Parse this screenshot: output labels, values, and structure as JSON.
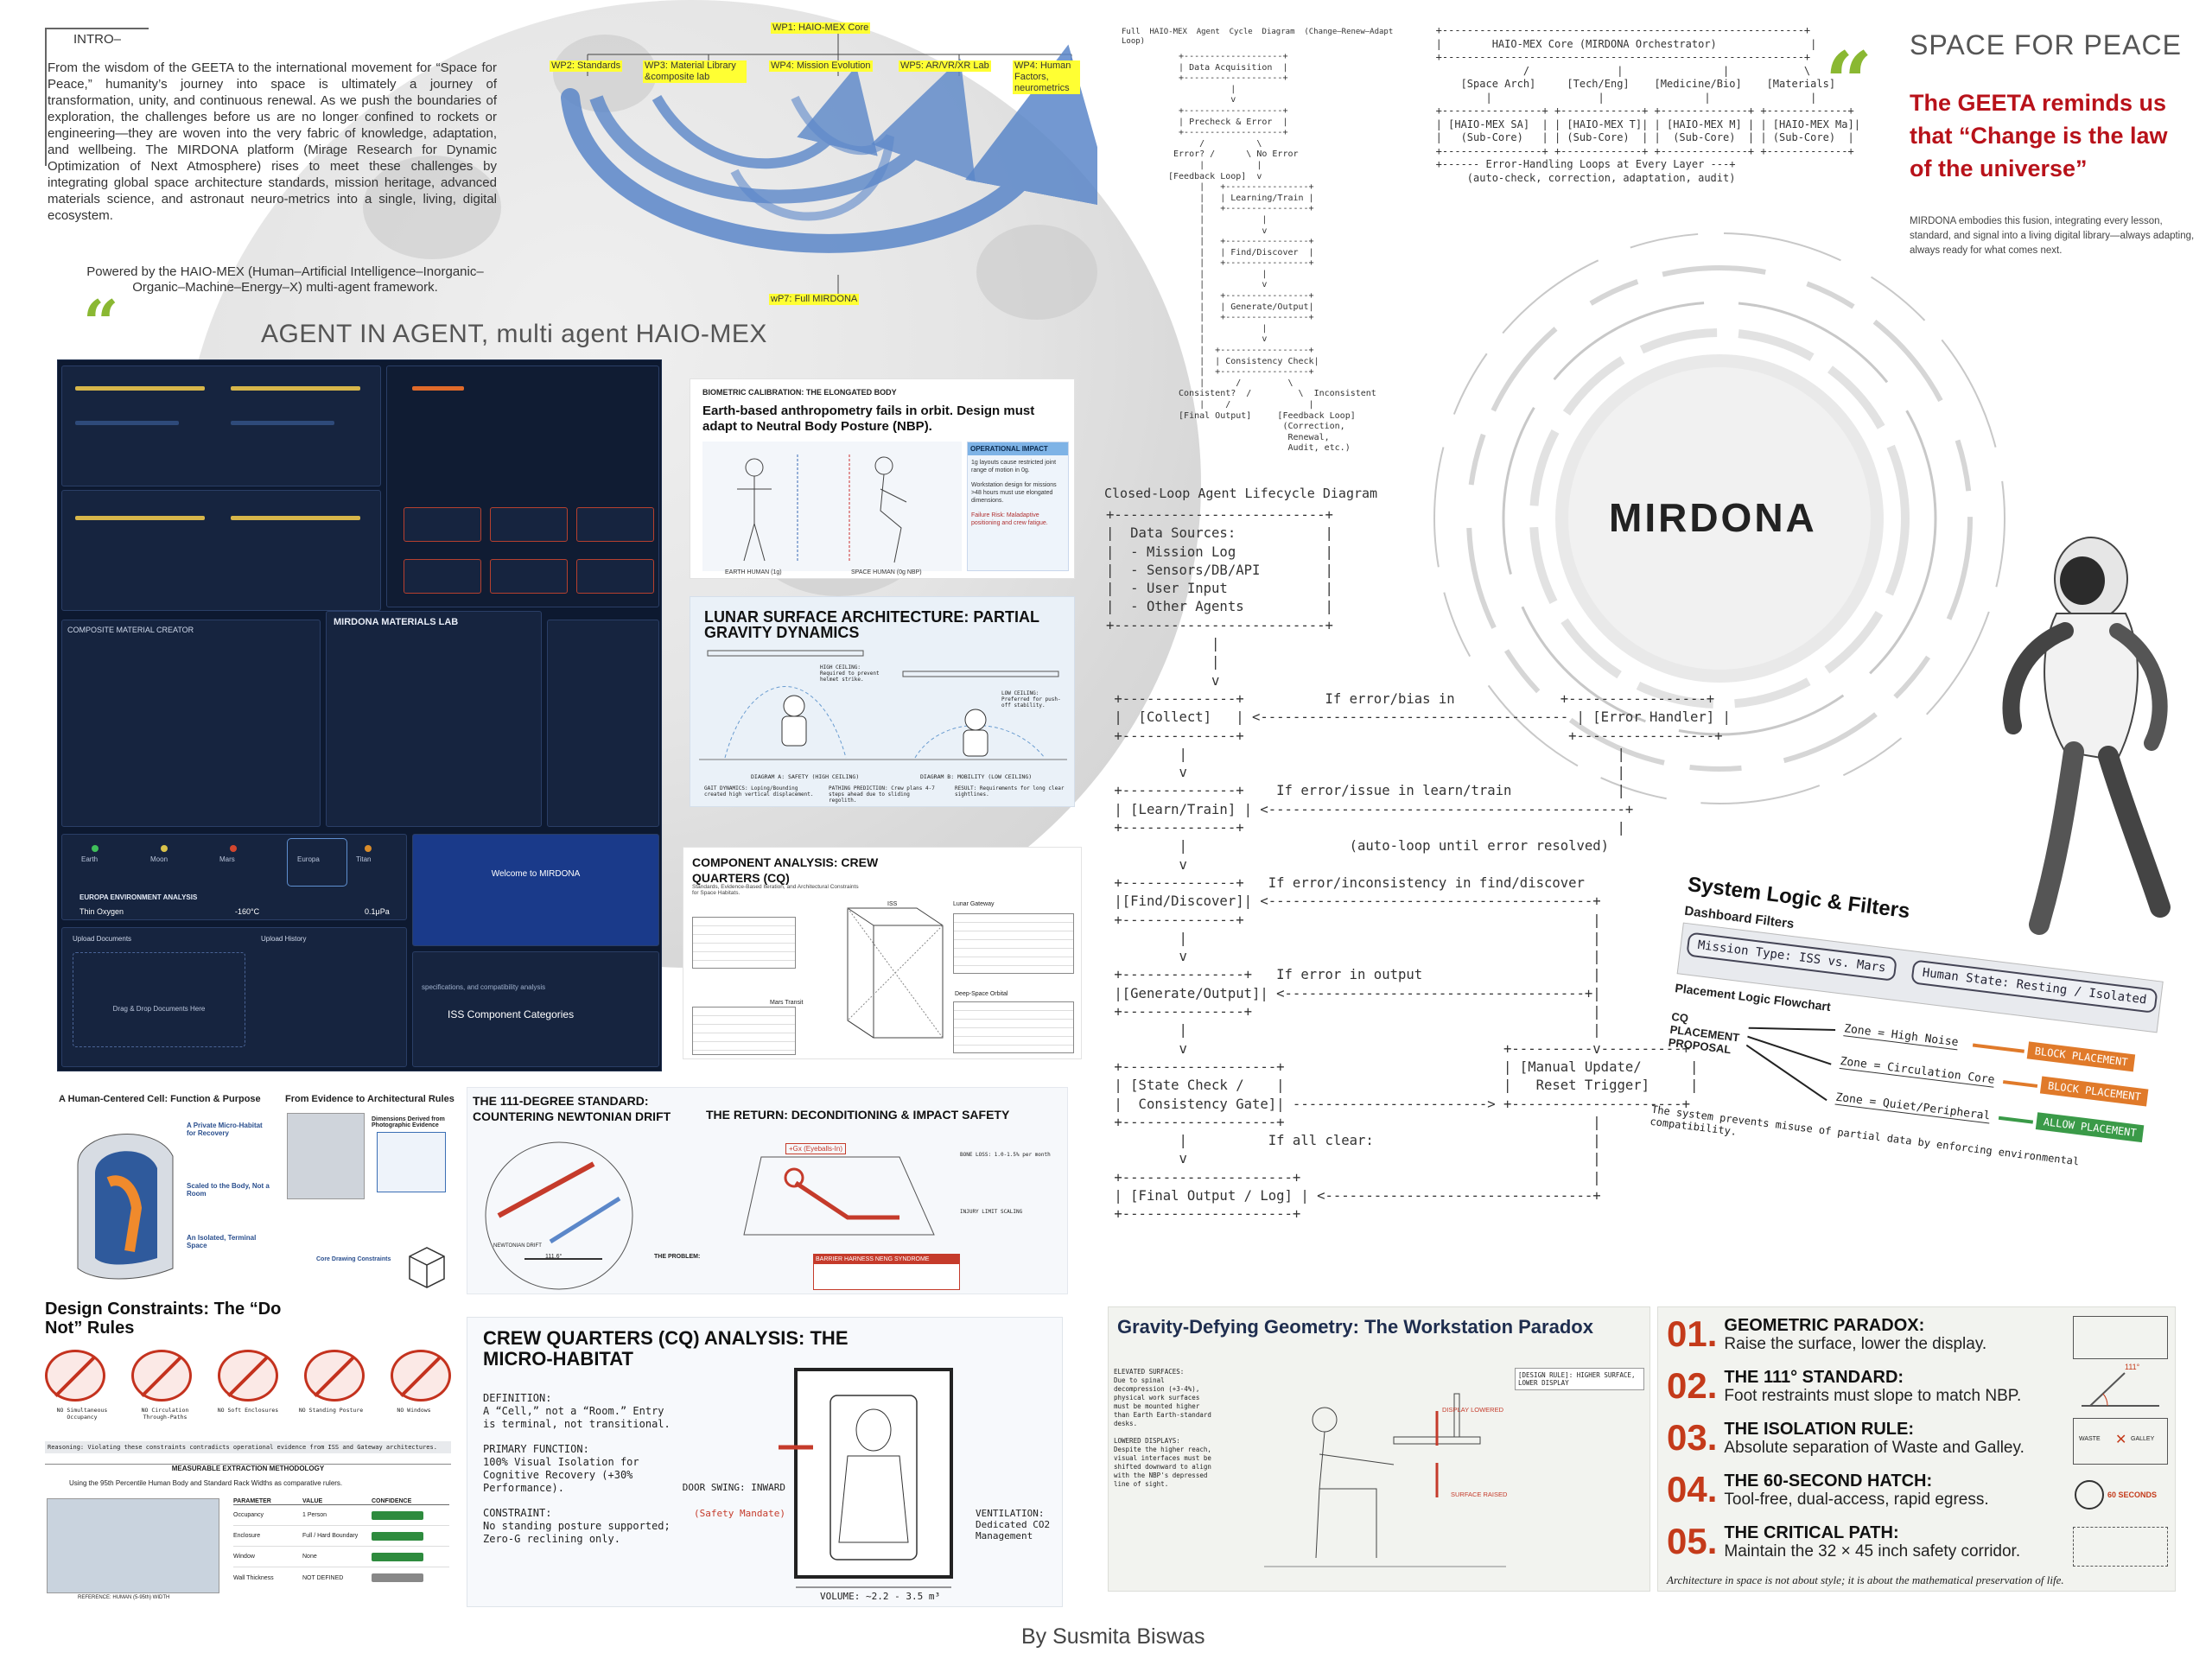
{
  "intro": {
    "label": "INTRO–",
    "body": "From the wisdom of the GEETA to the international movement for “Space for Peace,” humanity’s journey into space is ultimately a journey of transformation, unity, and continuous renewal. As we push the boundaries of exploration, the challenges before us are no longer confined to rockets or engineering—they are woven into the very fabric of knowledge, adaptation, and wellbeing. The MIRDONA platform (Mirage Research for Dynamic Optimization of Next Atmosphere) rises to meet these challenges by integrating global space architecture standards, mission heritage, advanced materials science, and astronaut neuro-metrics into a single, living, digital ecosystem.",
    "powered": "Powered by the HAIO-MEX (Human–Artificial Intelligence–Inorganic–Organic–Machine–Energy–X) multi-agent framework.",
    "quote_mark": "“",
    "agent_title": "AGENT IN AGENT, multi agent HAIO-MEX"
  },
  "wp": {
    "wp1": "WP1: HAIO-MEX Core",
    "wp2": "WP2: Standards",
    "wp3": "WP3: Material Library &composite lab",
    "wp4a": "WP4: Mission Evolution",
    "wp5": "WP5: AR/VR/XR Lab",
    "wp4b": "WP4: Human Factors, neurometrics",
    "wp7": "wP7: Full MIRDONA"
  },
  "dashboard": {
    "materials_lab": "MIRDONA MATERIALS LAB",
    "composite_creator": "COMPOSITE MATERIAL CREATOR",
    "europa": "EUROPA ENVIRONMENT ANALYSIS",
    "europa_atm_val": "Thin Oxygen",
    "europa_temp": "-160°C",
    "europa_press": "0.1μPa",
    "planets": [
      "Earth",
      "Moon",
      "Mars",
      "Europa",
      "Titan"
    ],
    "welcome": "Welcome to MIRDONA",
    "iss": "ISS Component Categories",
    "iss_sub": "specifications, and compatibility analysis",
    "upload": "Drag & Drop Documents Here",
    "upload_h": "Upload Documents",
    "upload_hist": "Upload History"
  },
  "bio": {
    "kicker": "BIOMETRIC CALIBRATION: THE ELONGATED BODY",
    "title": "Earth-based anthropometry fails in orbit. Design must adapt to Neutral Body Posture (NBP).",
    "impact_h": "OPERATIONAL IMPACT",
    "impact_1": "1g layouts cause restricted joint range of motion in 0g.",
    "impact_2": "Workstation design for missions >48 hours must use elongated dimensions.",
    "impact_3": "Failure Risk: Maladaptive positioning and crew fatigue.",
    "cap1": "EARTH HUMAN (1g)",
    "cap2": "SPACE HUMAN (0g NBP)"
  },
  "lunar": {
    "title": "LUNAR SURFACE ARCHITECTURE: PARTIAL GRAVITY DYNAMICS",
    "diag_a": "DIAGRAM A: SAFETY (HIGH CEILING)",
    "diag_b": "DIAGRAM B: MOBILITY (LOW CEILING)",
    "note_a": "HIGH CEILING: Required to prevent helmet strike.",
    "note_b": "LOW CEILING: Preferred for push-off stability.",
    "gait": "GAIT DYNAMICS: Loping/Bounding created high vertical displacement.",
    "pathing": "PATHING PREDICTION: Crew plans 4-7 steps ahead due to sliding regolith.",
    "result": "RESULT: Requirements for long clear sightlines."
  },
  "component": {
    "title": "COMPONENT ANALYSIS: CREW QUARTERS (CQ)",
    "sub": "Standards, Evidence-Based Iteration, and Architectural Constraints for Space Habitats.",
    "lunar_gateway": "Lunar Gateway",
    "mars_transit": "Mars Transit",
    "deep_space": "Deep-Space Orbital",
    "iss": "ISS"
  },
  "cell": {
    "h1": "A Human-Centered Cell: Function & Purpose",
    "h2": "From Evidence to Architectural Rules",
    "i1": "A Private Micro-Habitat for Recovery",
    "i2": "Scaled to the Body, Not a Room",
    "i3": "An Isolated, Terminal Space",
    "i4": "Dimensions Derived from Photographic Evidence",
    "i5": "Core Drawing Constraints"
  },
  "drift": {
    "title": "THE 111-DEGREE STANDARD: COUNTERING NEWTONIAN DRIFT",
    "newton": "NEWTONIAN DRIFT",
    "angle": "111.6°",
    "problem": "THE PROBLEM:",
    "return_title": "THE RETURN: DECONDITIONING & IMPACT SAFETY",
    "gforce": "+Gx (Eyeballs-In)",
    "bone": "BONE LOSS: 1.0-1.5% per month",
    "injury": "INJURY LIMIT SCALING",
    "warn_h": "BARRIER HARNESS NENG SYNDROME"
  },
  "donot": {
    "title": "Design Constraints: The “Do Not” Rules",
    "rules": [
      "NO Simultaneous Occupancy",
      "NO Circulation Through-Paths",
      "NO Soft Enclosures",
      "NO Standing Posture",
      "NO Windows"
    ],
    "reasoning": "Reasoning: Violating these constraints contradicts operational evidence from ISS and Gateway architectures.",
    "method": "MEASURABLE EXTRACTION METHODOLOGY",
    "using": "Using the 95th Percentile Human Body and Standard Rack Widths as comparative rulers.",
    "th": [
      "PARAMETER",
      "VALUE",
      "CONFIDENCE"
    ],
    "rows": [
      [
        "Occupancy",
        "1 Person"
      ],
      [
        "Enclosure",
        "Full / Hard Boundary"
      ],
      [
        "Window",
        "None"
      ],
      [
        "Wall Thickness",
        "NOT DEFINED"
      ]
    ],
    "cap": "REFERENCE: HUMAN (5-95th) WIDTH"
  },
  "cq": {
    "title": "CREW QUARTERS (CQ) ANALYSIS: THE MICRO-HABITAT",
    "def_h": "DEFINITION:",
    "def": "A “Cell,” not a “Room.” Entry is terminal, not transitional.",
    "pf_h": "PRIMARY FUNCTION:",
    "pf": "100% Visual Isolation for Cognitive Recovery (+30% Performance).",
    "con_h": "CONSTRAINT:",
    "con": "No standing posture supported; Zero-G reclining only.",
    "door": "DOOR SWING: INWARD",
    "door_sub": "(Safety Mandate)",
    "vent": "VENTILATION: Dedicated CO2 Management",
    "volume": "VOLUME: ~2.2 - 3.5 m³"
  },
  "gravity": {
    "title": "Gravity-Defying Geometry: The Workstation Paradox",
    "elev_h": "ELEVATED SURFACES:",
    "elev": "Due to spinal decompression (+3-4%), physical work surfaces must be mounted higher than Earth Earth-standard desks.",
    "low_h": "LOWERED DISPLAYS:",
    "low": "Despite the higher reach, visual interfaces must be shifted downward to align with the NBP's depressed line of sight.",
    "rule": "[DESIGN RULE]: HIGHER SURFACE, LOWER DISPLAY",
    "disp": "DISPLAY LOWERED",
    "surf": "SURFACE RAISED"
  },
  "rules": [
    {
      "n": "01.",
      "h": "GEOMETRIC PARADOX:",
      "s": "Raise the surface, lower the display."
    },
    {
      "n": "02.",
      "h": "THE 111° STANDARD:",
      "s": "Foot restraints must slope to match NBP."
    },
    {
      "n": "03.",
      "h": "THE ISOLATION RULE:",
      "s": "Absolute separation of Waste and Galley."
    },
    {
      "n": "04.",
      "h": "THE 60-SECOND HATCH:",
      "s": "Tool-free, dual-access, rapid egress."
    },
    {
      "n": "05.",
      "h": "THE CRITICAL PATH:",
      "s": "Maintain the 32 × 45 inch safety corridor."
    }
  ],
  "rules_footer": "Architecture in space is not about style; it is about the mathematical preservation of life.",
  "rules_icons": {
    "waste": "WASTE",
    "galley": "GALLEY",
    "sec": "60 SECONDS",
    "angle": "111°"
  },
  "cycle_ascii": "Full  HAIO-MEX  Agent  Cycle  Diagram  (Change–Renew–Adapt\nLoop)",
  "top_ascii": "   +----------------------------------------------------------+\n   |        HAIO-MEX Core (MIRDONA Orchestrator)               |\n   +----------------------------------------------------------+\n                 /              |                |            \\\n       [Space Arch]     [Tech/Eng]    [Medicine/Bio]    [Materials]\n           |                 |                |                |\n   +----------------+ +-------------+ +--------------+ +-------------+\n   | [HAIO-MEX SA]  | | [HAIO-MEX T]| | [HAIO-MEX M] | | [HAIO-MEX Ma]|\n   |   (Sub-Core)   | | (Sub-Core)  | |  (Sub-Core)  | | (Sub-Core)  |\n   +----------------+ +-------------+ +--------------+ +-------------+\n   +------ Error-Handling Loops at Every Layer ---+\n        (auto-check, correction, adaptation, audit)",
  "left_ascii": "  +-------------------+\n  | Data Acquisition  |\n  +-------------------+\n            |\n            v\n  +-------------------+\n  | Precheck & Error  |\n  +-------------------+\n      /          \\\n Error? /      \\ No Error\n      |          |\n[Feedback Loop]  v\n      |   +----------------+\n      |   | Learning/Train |\n      |   +----------------+\n      |           |\n      |           v\n      |   +----------------+\n      |   | Find/Discover  |\n      |   +----------------+\n      |           |\n      |           v\n      |   +----------------+\n      |   | Generate/Output|\n      |   +----------------+\n      |           |\n      |           v\n      |  +-----------------+\n      |  | Consistency Check|\n      |  +-----------------+\n      |      /         \\\n  Consistent?  /         \\  Inconsistent\n      |    /               |\n  [Final Output]     [Feedback Loop]\n                      (Correction,\n                       Renewal,\n                       Audit, etc.)",
  "lifecycle_title": "Closed-Loop Agent Lifecycle Diagram",
  "lifecycle_ascii": "+--------------------------+\n|  Data Sources:           |\n|  - Mission Log           |\n|  - Sensors/DB/API        |\n|  - User Input            |\n|  - Other Agents          |\n+--------------------------+\n             |\n             |\n             v\n +--------------+          If error/bias in             +-----------------+\n |  [Collect]   | <-------------------------------------- | [Error Handler] |\n +--------------+                                        +-----------------+\n         |                                                     |\n         v                                                     |\n +--------------+    If error/issue in learn/train             |\n | [Learn/Train] | <--------------------------------------------+\n +--------------+                                              |\n         |                    (auto-loop until error resolved)\n         v\n +--------------+   If error/inconsistency in find/discover\n |[Find/Discover]| <----------------------------------------+\n +--------------+                                           |\n         |                                                  |\n         v                                                  |\n +---------------+   If error in output                     |\n |[Generate/Output]| <-------------------------------------+|\n +---------------+                                          |\n         |                                                  |\n         v                                       +----------v----------+\n +-------------------+                           | [Manual Update/      |\n | [State Check /    |                           |   Reset Trigger]     |\n |  Consistency Gate]| ------------------------> +---------------------+\n +-------------------+                                      |\n         |          If all clear:                           |\n         v                                                  |\n +---------------------+                                    |\n | [Final Output / Log] | <---------------------------------+\n +---------------------+",
  "right": {
    "title": "SPACE FOR PEACE",
    "quote_mark": "“",
    "geeta": "The GEETA reminds us that “Change is the law of the universe”",
    "desc": "MIRDONA embodies this fusion, integrating every lesson, standard, and signal into a living digital library—always adapting, always ready for what comes next.",
    "mirdona": "MIRDONA"
  },
  "syslogic": {
    "title": "System Logic & Filters",
    "dash": "Dashboard Filters",
    "mission": "Mission Type: ISS vs. Mars",
    "human": "Human State: Resting / Isolated",
    "placement": "Placement Logic Flowchart",
    "cq": "CQ PLACEMENT PROPOSAL",
    "z1": "Zone = High Noise",
    "z2": "Zone = Circulation Core",
    "z3": "Zone = Quiet/Peripheral",
    "block1": "BLOCK PLACEMENT",
    "block2": "BLOCK PLACEMENT",
    "allow": "ALLOW PLACEMENT",
    "footer": "The system prevents misuse of partial data by enforcing environmental compatibility."
  },
  "byline": "By Susmita Biswas",
  "colors": {
    "accent_green": "#8ab832",
    "red": "#b8121a",
    "dark_navy": "#0d1930",
    "wp_yellow": "#ffff33",
    "arrow_blue": "#5b87c9"
  }
}
